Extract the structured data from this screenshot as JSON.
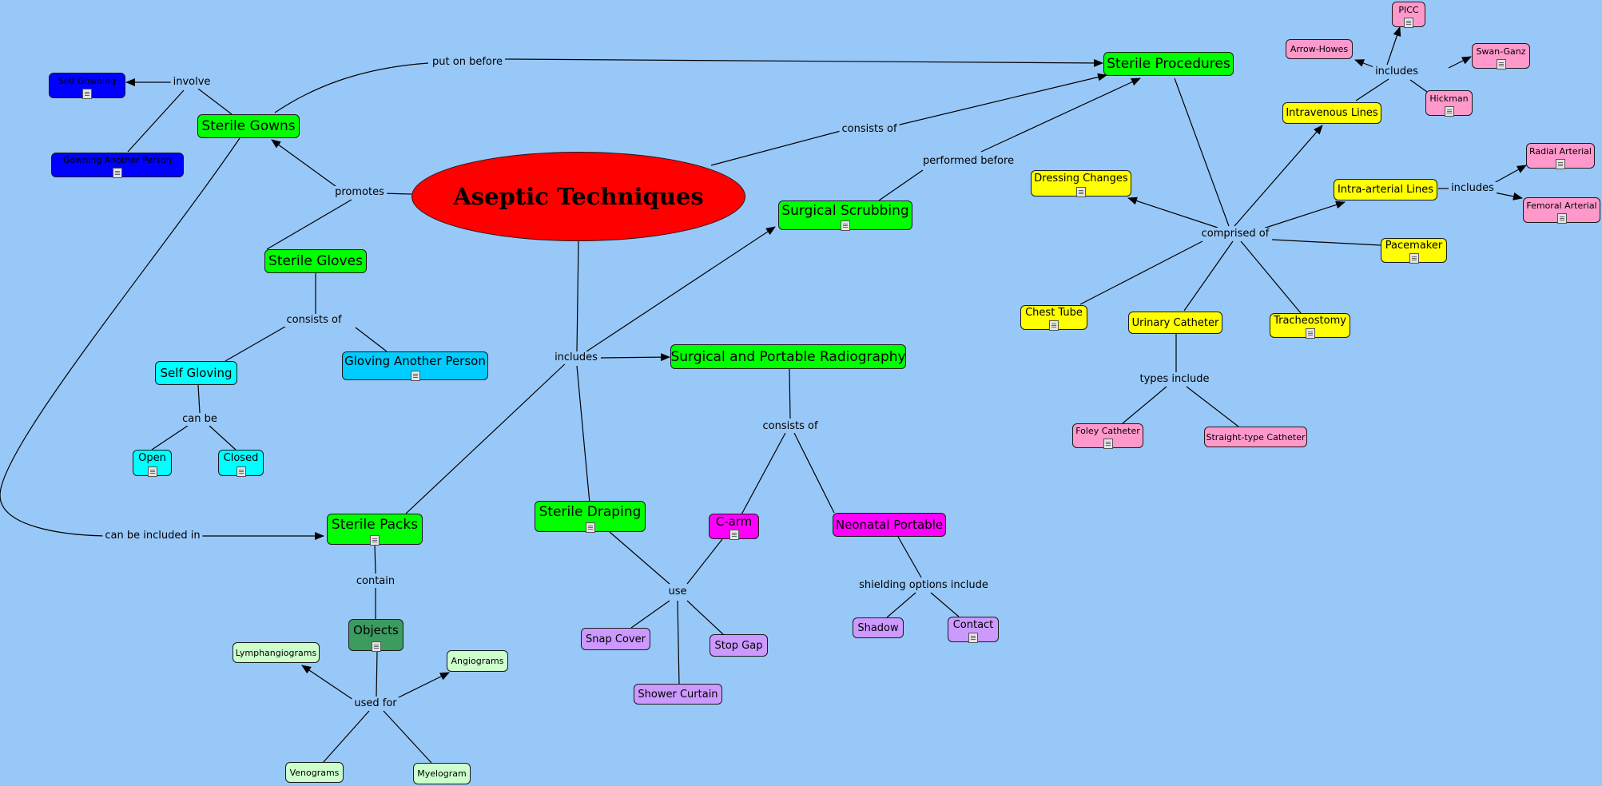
{
  "center": "Aseptic Techniques",
  "nodes": {
    "sterile_procedures": "Sterile Procedures",
    "sterile_gowns": "Sterile Gowns",
    "self_gowning": "Self Gowning",
    "gowning_another": "Gowning Another Person",
    "sterile_gloves": "Sterile Gloves",
    "self_gloving": "Self Gloving",
    "gloving_another": "Gloving Another Person",
    "open": "Open",
    "closed": "Closed",
    "sterile_packs": "Sterile Packs",
    "objects": "Objects",
    "lymphangiograms": "Lymphangiograms",
    "angiograms": "Angiograms",
    "venograms": "Venograms",
    "myelogram": "Myelogram",
    "sterile_draping": "Sterile Draping",
    "snap_cover": "Snap Cover",
    "stop_gap": "Stop Gap",
    "shower_curtain": "Shower Curtain",
    "c_arm": "C-arm",
    "neonatal_portable": "Neonatal Portable",
    "shadow": "Shadow",
    "contact": "Contact",
    "surgical_radiography": "Surgical and Portable Radiography",
    "surgical_scrubbing": "Surgical Scrubbing",
    "dressing_changes": "Dressing Changes",
    "intravenous_lines": "Intravenous Lines",
    "intra_arterial_lines": "Intra-arterial Lines",
    "pacemaker": "Pacemaker",
    "chest_tube": "Chest Tube",
    "urinary_catheter": "Urinary Catheter",
    "tracheostomy": "Tracheostomy",
    "foley_catheter": "Foley Catheter",
    "straight_catheter": "Straight-type Catheter",
    "picc": "PICC",
    "arrow_howes": "Arrow-Howes",
    "swan_ganz": "Swan-Ganz",
    "hickman": "Hickman",
    "radial_arterial": "Radial Arterial",
    "femoral_arterial": "Femoral Arterial"
  },
  "links": {
    "put_on_before": "put on before",
    "involve": "involve",
    "promotes": "promotes",
    "consists_of_gloves": "consists of",
    "can_be": "can be",
    "can_be_included_in": "can be included in",
    "contain": "contain",
    "used_for": "used for",
    "includes_main": "includes",
    "use": "use",
    "consists_of_radiography": "consists of",
    "shielding": "shielding options include",
    "consists_of_main": "consists of",
    "performed_before": "performed before",
    "comprised_of": "comprised of",
    "includes_iv": "includes",
    "includes_arterial": "includes",
    "types_include": "types include"
  },
  "colors": {
    "background": "#98c8f8",
    "center": "#ff0000",
    "level1": "#00ff00",
    "procedures": "#ffff00",
    "subtypes": "#ff99cc",
    "gowning": "#0000ff",
    "gloving": "#00ccff",
    "glove_methods": "#00ffff",
    "radiography_units": "#ff00ff",
    "drape_and_shield": "#cc99ff",
    "objects": "#3c9b5f",
    "object_uses": "#ccffcc"
  }
}
